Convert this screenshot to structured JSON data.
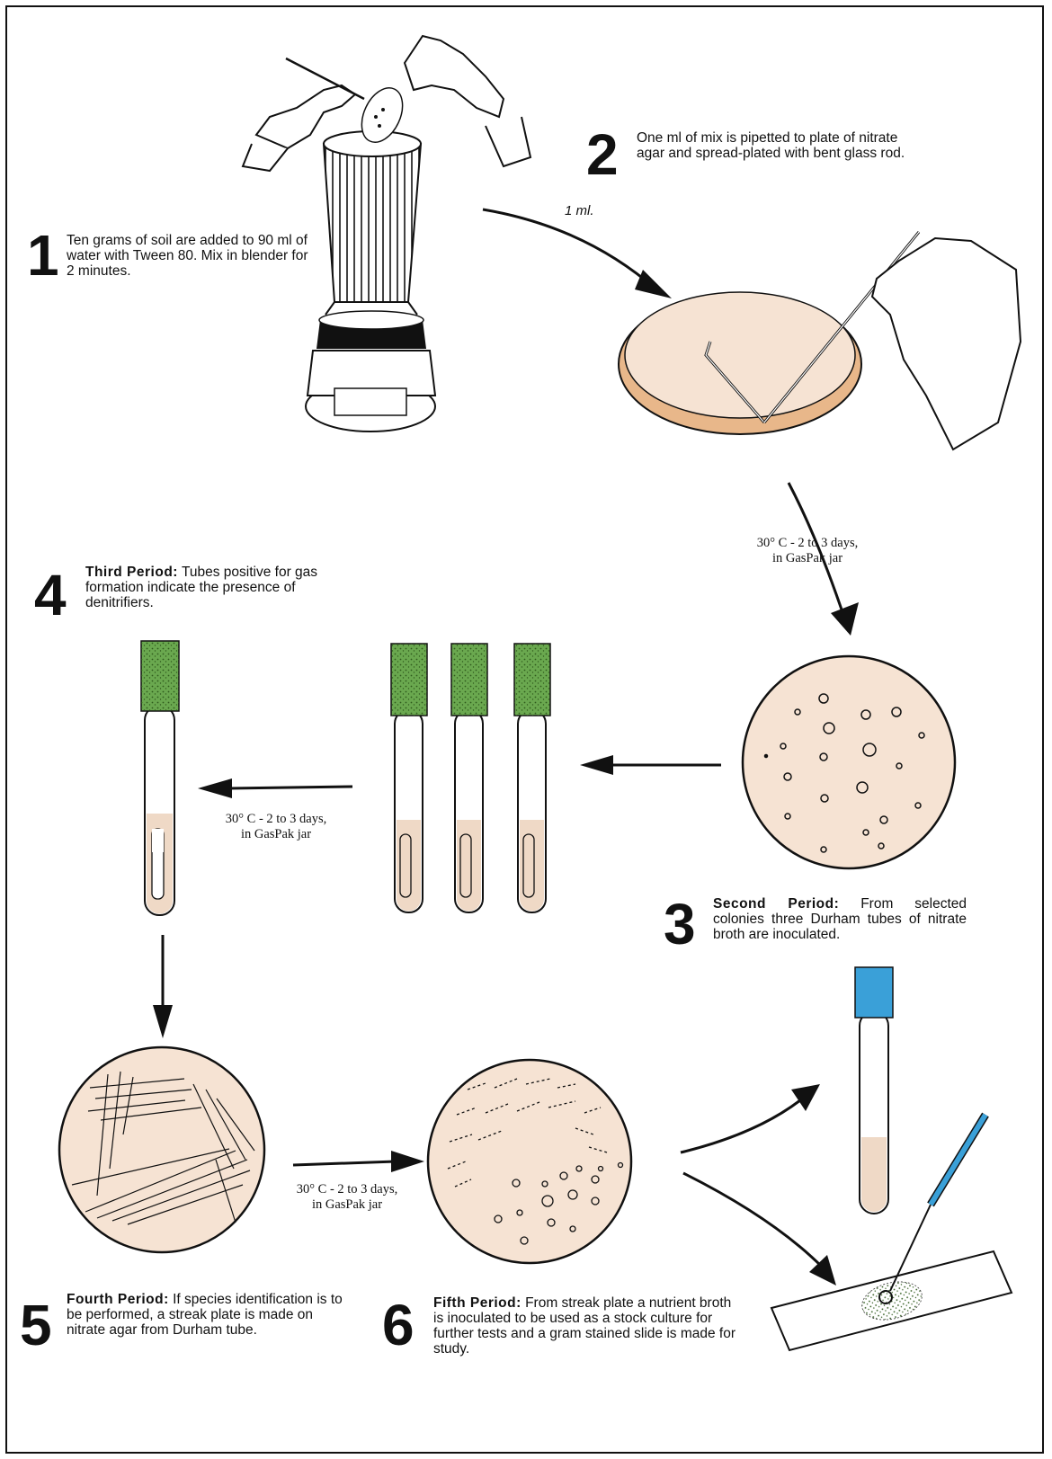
{
  "steps": [
    {
      "number": "1",
      "heading": "",
      "text": "Ten grams of soil are added to 90 ml of water with Tween 80. Mix in blender for 2 minutes."
    },
    {
      "number": "2",
      "heading": "",
      "text": "One ml of mix is pipetted to plate of nitrate agar and spread-plated with bent glass rod."
    },
    {
      "number": "3",
      "heading": "Second Period:",
      "text": "From selected colonies three Durham tubes of nitrate broth are inoculated."
    },
    {
      "number": "4",
      "heading": "Third Period:",
      "text": "Tubes positive for gas formation indicate the presence of denitrifiers."
    },
    {
      "number": "5",
      "heading": "Fourth Period:",
      "text": "If species identification is to be performed, a streak plate is made on nitrate agar from Durham tube."
    },
    {
      "number": "6",
      "heading": "Fifth Period:",
      "text": "From streak plate a nutrient broth is inoculated to be used as a stock culture for further tests and a gram stained slide is made for study."
    }
  ],
  "transfer_label": "1 ml.",
  "incubation": [
    {
      "line1": "30° C - 2 to 3 days,",
      "line2": "in GasPak jar"
    },
    {
      "line1": "30° C - 2 to 3 days,",
      "line2": "in GasPak jar"
    },
    {
      "line1": "30° C - 2 to 3 days,",
      "line2": "in GasPak jar"
    }
  ],
  "colors": {
    "agar": "#f6e3d3",
    "tube_cap_green": "#6aa84f",
    "tube_cap_blue": "#3aa0d8",
    "broth": "#efd9c6",
    "plate_edge": "#e8b78a",
    "loop_handle": "#3aa0d8"
  }
}
